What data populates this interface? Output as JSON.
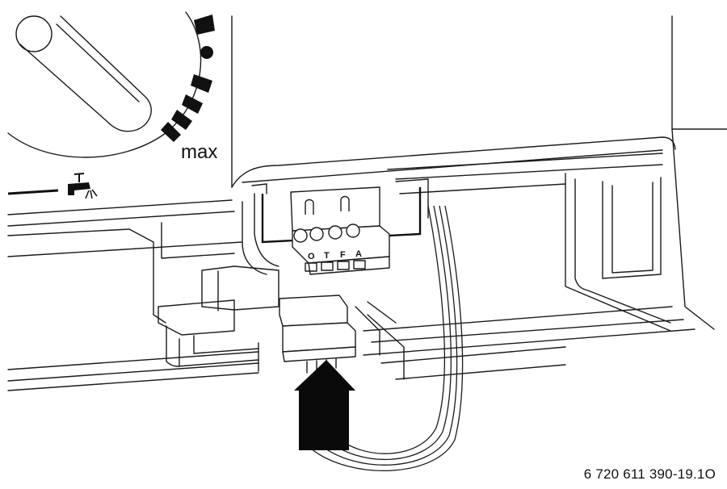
{
  "dial": {
    "max_label": "max"
  },
  "terminal": {
    "pins": [
      "O",
      "T",
      "F",
      "A"
    ]
  },
  "figure_ref": "6 720 611 390-19.1O",
  "icons": [
    "tap-icon",
    "arrow-up-icon"
  ]
}
